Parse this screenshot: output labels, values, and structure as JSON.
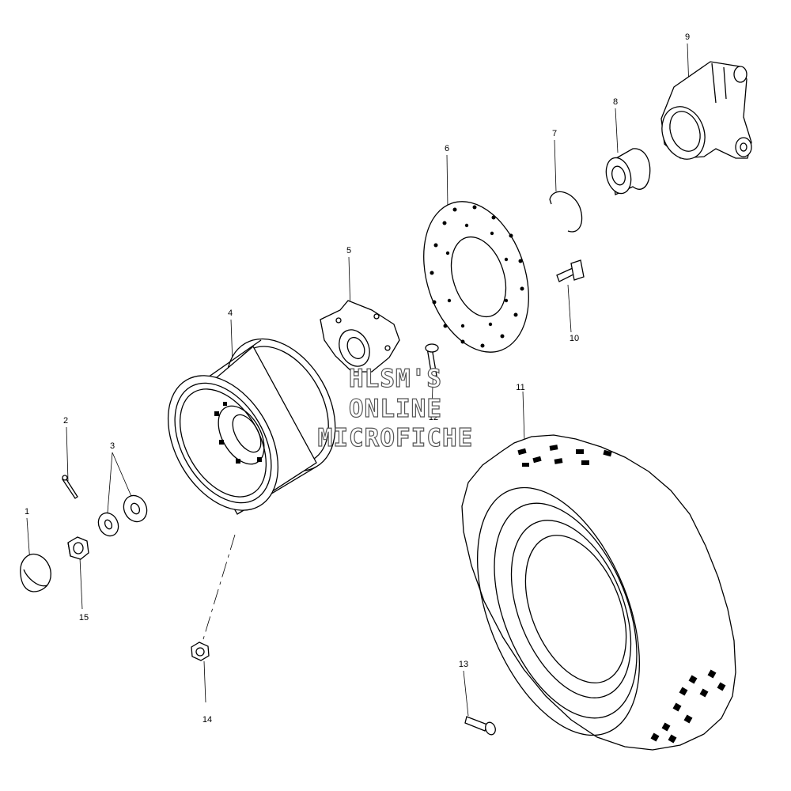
{
  "callouts": {
    "c1": "1",
    "c2": "2",
    "c3": "3",
    "c4": "4",
    "c5": "5",
    "c6": "6",
    "c7": "7",
    "c8": "8",
    "c9": "9",
    "c10": "10",
    "c11": "11",
    "c12": "12",
    "c13": "13",
    "c14": "14",
    "c15": "15"
  },
  "watermark": {
    "line1": "HLSM'S",
    "line2": "ONLINE",
    "line3": "MICROFICHE"
  }
}
